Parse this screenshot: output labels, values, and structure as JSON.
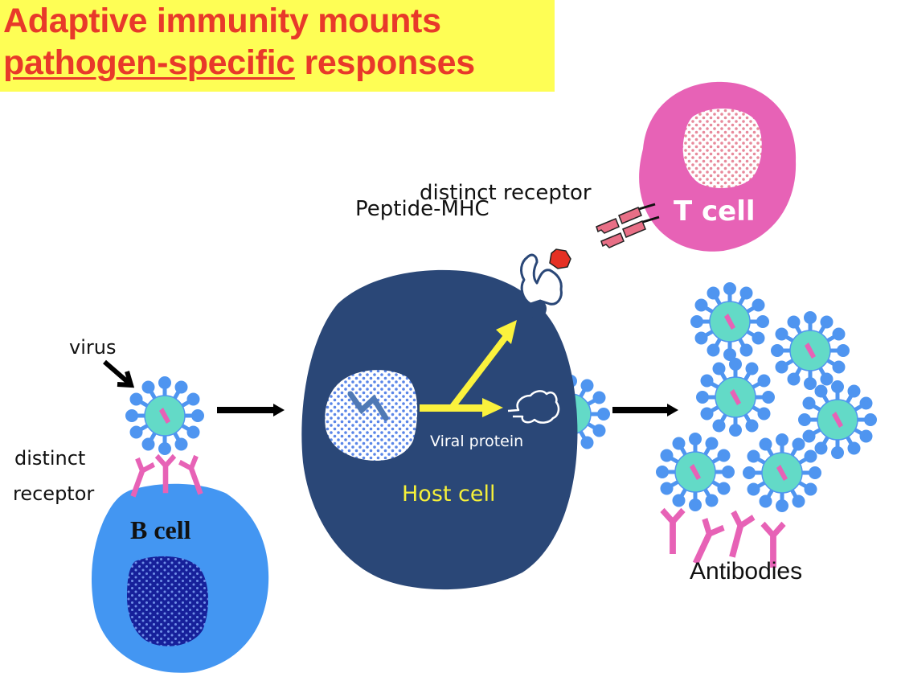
{
  "title": {
    "line1": "Adaptive immunity mounts",
    "line2_underlined": "pathogen-specific",
    "line2_rest": " responses",
    "text_color": "#e8392a",
    "background_color": "#fefe55"
  },
  "labels": {
    "virus": "virus",
    "b_cell_receptor": [
      "distinct",
      "receptor"
    ],
    "b_cell": "B cell",
    "host_cell": "Host cell",
    "viral_protein": "Viral protein",
    "peptide_mhc": "Peptide-MHC",
    "t_cell_receptor": "distinct receptor",
    "t_cell": "T cell",
    "antibodies": "Antibodies"
  },
  "colors": {
    "b_cell": "#4396f2",
    "b_cell_nucleus": "#16209a",
    "host_cell": "#2a4777",
    "t_cell": "#e762b6",
    "virus_spikes": "#4f95f0",
    "virus_core": "#63dac7",
    "virus_genome": "#e762b6",
    "antibody": "#e762b6",
    "mhc": "#e53023",
    "tcr": "#e86f86",
    "arrow_yellow": "#fbf23d",
    "host_label": "#f5f03a"
  },
  "icons": {
    "pointer": "curved-arrow-icon",
    "flow_arrow": "right-arrow-icon",
    "virus": "virus-icon",
    "antibody": "antibody-y-icon"
  }
}
